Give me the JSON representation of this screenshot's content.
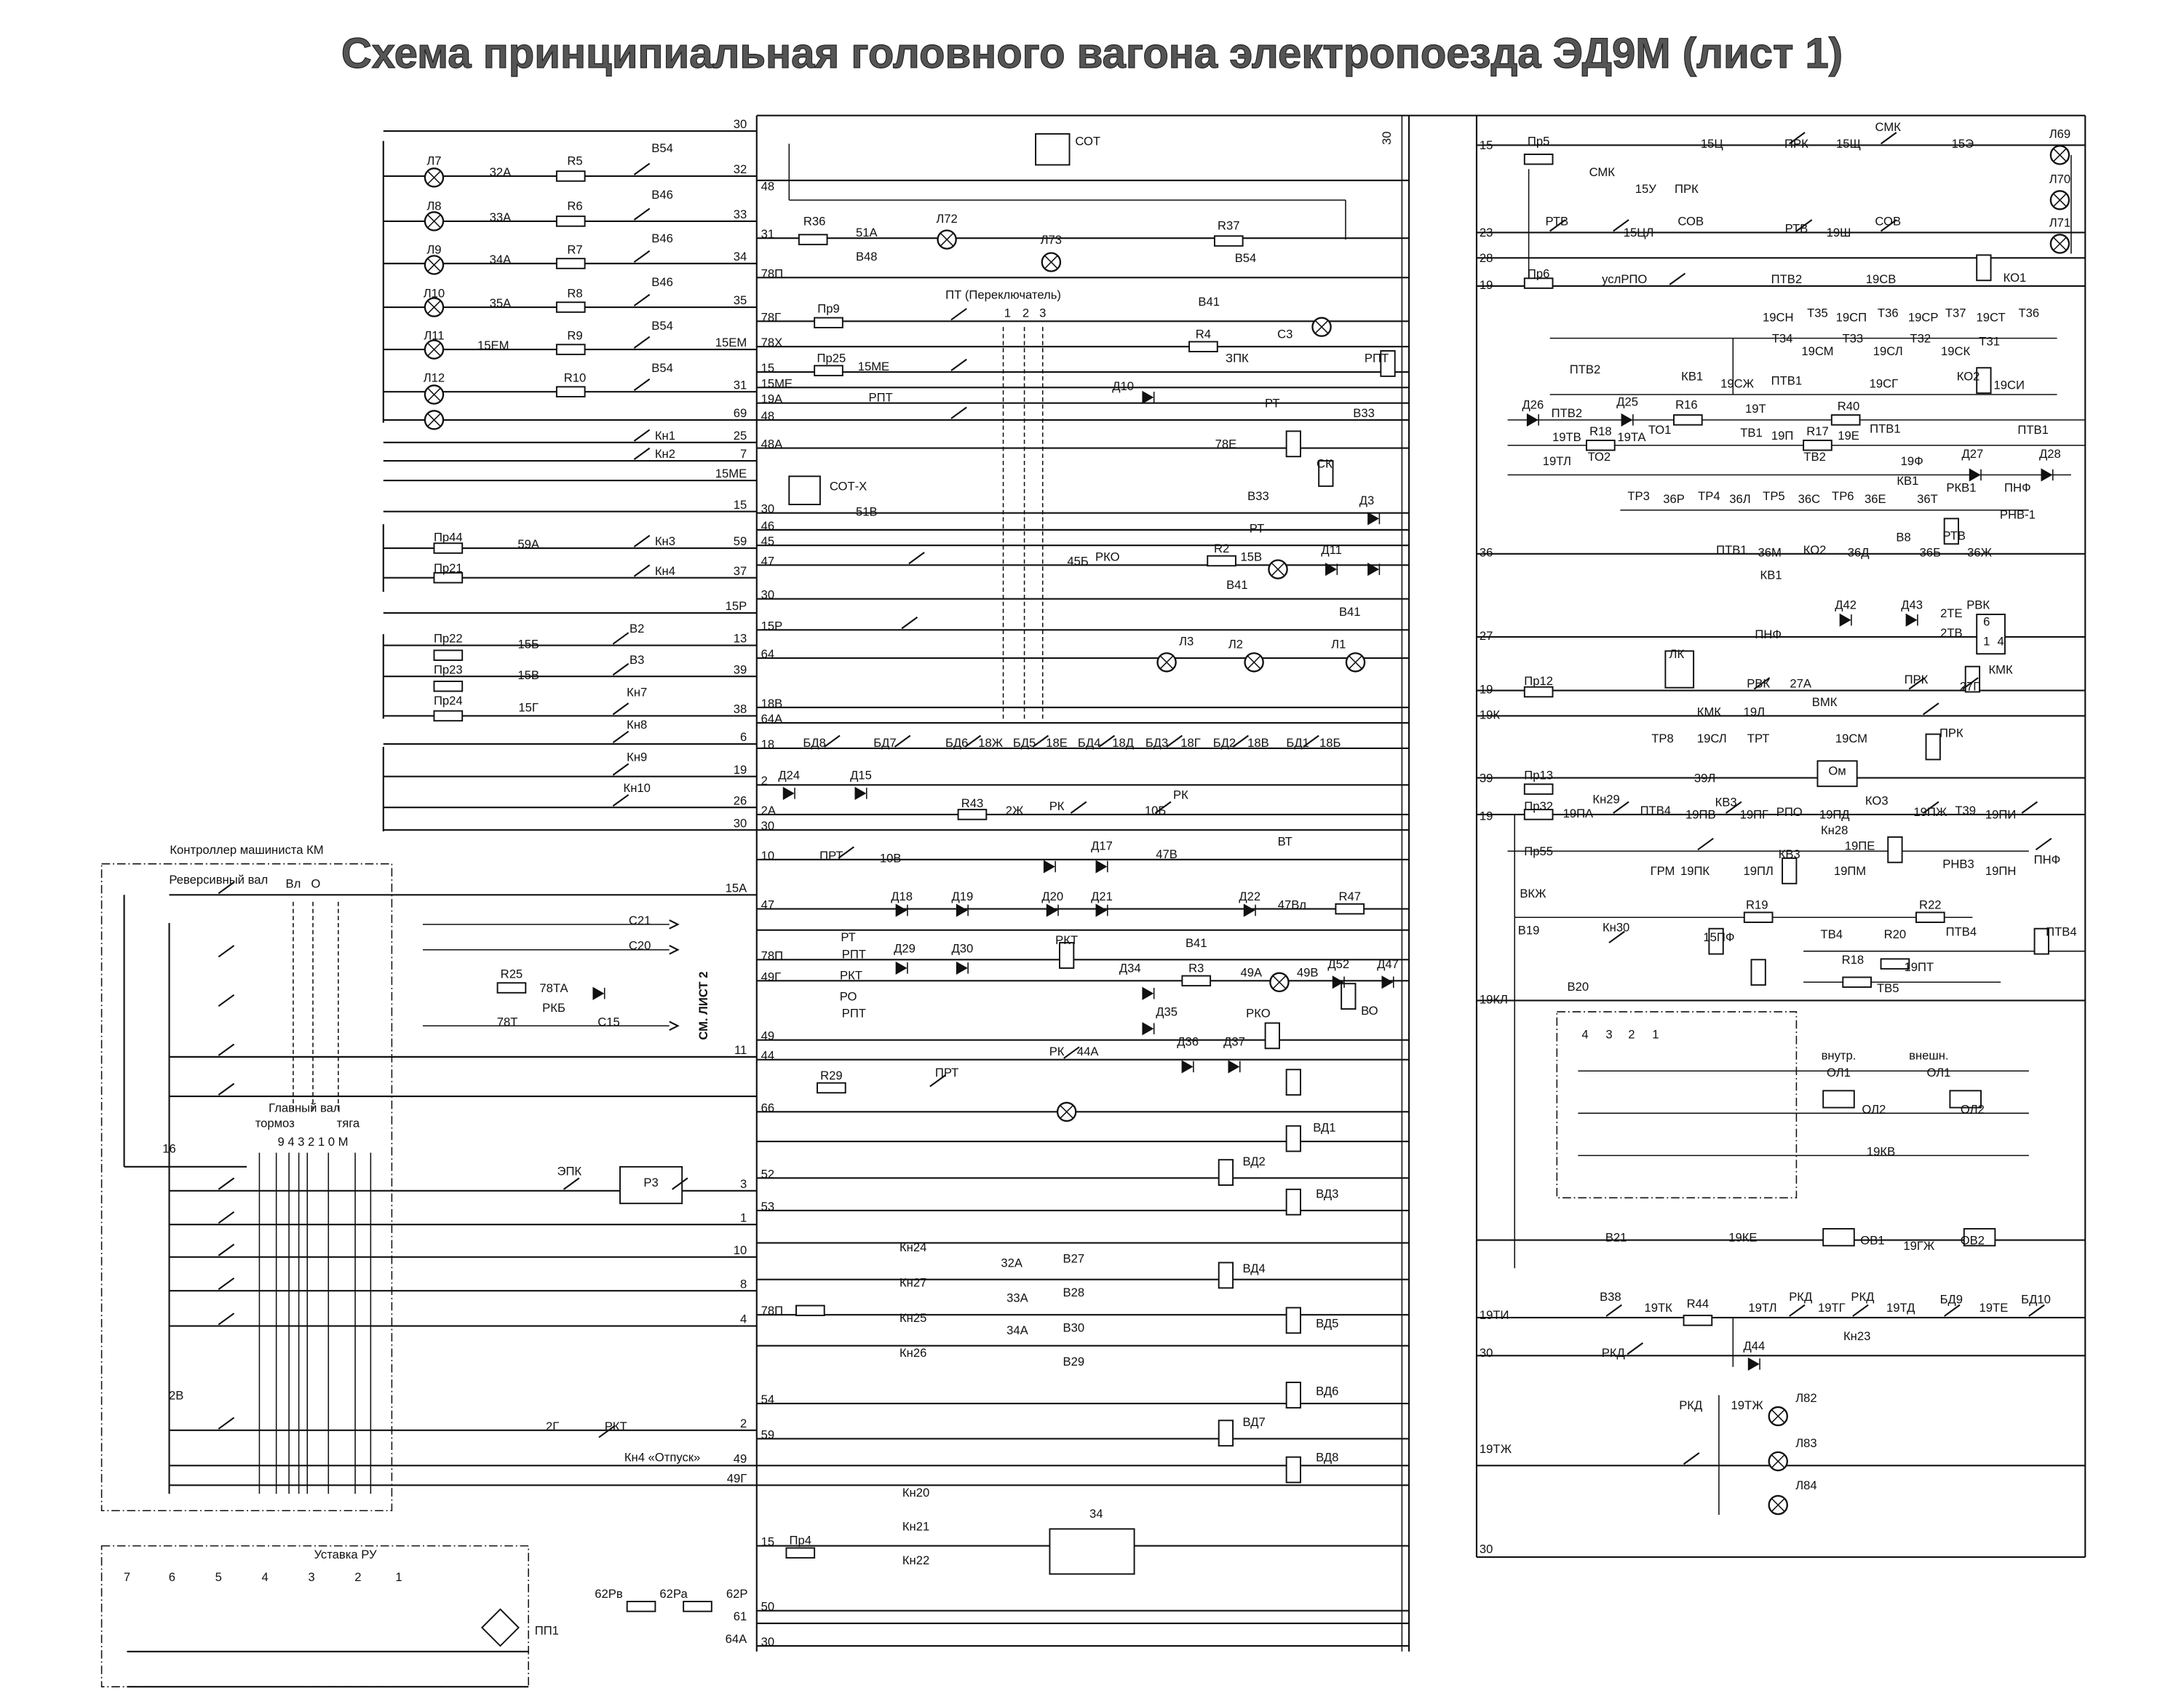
{
  "title": "Схема принципиальная головного вагона электропоезда ЭД9М (лист 1)",
  "left_bus": [
    "30",
    "32",
    "33",
    "34",
    "35",
    "15ЕМ",
    "31",
    "69",
    "25",
    "7",
    "15МЕ",
    "15",
    "59",
    "37",
    "15Р",
    "13",
    "39",
    "38",
    "6",
    "19",
    "26",
    "30"
  ],
  "inner_bus": [
    "48",
    "31",
    "78П",
    "78Г",
    "78Х",
    "15",
    "15МЕ",
    "19А",
    "48",
    "48А",
    "30",
    "46",
    "45",
    "47",
    "30",
    "15Р",
    "64",
    "18В",
    "64А",
    "18",
    "2",
    "2А",
    "30",
    "10",
    "47",
    "78П",
    "49Г",
    "49",
    "44",
    "66",
    "52",
    "53",
    "78П",
    "54",
    "59",
    "15",
    "50",
    "30"
  ],
  "ctrl_bus": [
    "15А",
    "11",
    "3",
    "1",
    "10",
    "8",
    "4",
    "2",
    "49",
    "49Г",
    "61",
    "64А"
  ],
  "right_bus": [
    "15",
    "23",
    "28",
    "19",
    "36",
    "27",
    "19",
    "19К",
    "39",
    "19",
    "19КЛ",
    "19ТИ",
    "30",
    "19ТЖ",
    "30"
  ],
  "components_left": [
    "Л7",
    "Л8",
    "Л9",
    "Л10",
    "Л11",
    "Л12",
    "32А",
    "33А",
    "34А",
    "35А",
    "15ЕМ",
    "R5",
    "R6",
    "R7",
    "R8",
    "R9",
    "R10",
    "В54",
    "В46",
    "В46",
    "В46",
    "В54",
    "В54",
    "Кн1",
    "Кн2",
    "Пр44",
    "59А",
    "Кн3",
    "Пр21",
    "Кн4",
    "Пр22",
    "15Б",
    "В2",
    "Пр23",
    "15В",
    "В3",
    "Пр24",
    "15Г",
    "Кн7",
    "Кн8",
    "Кн9",
    "Кн10"
  ],
  "components_center": [
    "СОТ",
    "R36",
    "51А",
    "В48",
    "Л72",
    "Л73",
    "R37",
    "В54",
    "Пр9",
    "ПТ (Переключатель)",
    "1",
    "2",
    "3",
    "В41",
    "R4",
    "С3",
    "ЗПК",
    "РПТ",
    "Пр25",
    "15МЕ",
    "РПТ",
    "Д10",
    "РТ",
    "В33",
    "78Е",
    "СК",
    "Д3",
    "СОТ-Х",
    "51В",
    "В33",
    "РТ",
    "45Б",
    "РКО",
    "R2",
    "15В",
    "В41",
    "Д11",
    "В41",
    "Л3",
    "Л2",
    "Л1",
    "БД8",
    "БД7",
    "БД6",
    "18Ж",
    "БД5",
    "18Е",
    "БД4",
    "18Д",
    "БД3",
    "18Г",
    "БД2",
    "18В",
    "БД1",
    "18Б",
    "Д24",
    "Д15",
    "R43",
    "2Ж",
    "РК",
    "10Б",
    "РК",
    "ПРТ",
    "10В",
    "Д17",
    "47В",
    "ВТ",
    "Д18",
    "Д19",
    "Д20",
    "Д21",
    "Д22",
    "47Вл",
    "R47",
    "РТ",
    "РПТ",
    "РКТ",
    "РО",
    "РПТ",
    "Д29",
    "Д30",
    "РКТ",
    "Д34",
    "В41",
    "R3",
    "49А",
    "49В",
    "Д52",
    "Д47",
    "ВО",
    "Д35",
    "РКО",
    "Д36",
    "Д37",
    "R29",
    "ПРТ",
    "РК",
    "44А",
    "ВД1",
    "ВД2",
    "ВД3",
    "ЭПК",
    "Р3",
    "Кн24",
    "32А",
    "В27",
    "Кн27",
    "33А",
    "В28",
    "ВД4",
    "Кн25",
    "34А",
    "В30",
    "ВД5",
    "Кн26",
    "В29",
    "ВД6",
    "ВД7",
    "ВД8",
    "2Г",
    "РКТ",
    "Кн4 «Отпуск»",
    "Пр4",
    "Кн20",
    "Кн21",
    "Кн22",
    "34",
    "62Рв",
    "62Ра",
    "62Р",
    "ПП1",
    "30"
  ],
  "controller": [
    "Контроллер машиниста КМ",
    "Реверсивный вал",
    "Вл",
    "О",
    "С21",
    "С20",
    "R25",
    "78ТА",
    "РКБ",
    "78Т",
    "С15",
    "Главный вал",
    "тормоз",
    "тяга",
    "9  4 3 2  1  0  М",
    "16",
    "2В",
    "Уставка РУ",
    "7",
    "6",
    "5",
    "4",
    "3",
    "2",
    "1"
  ],
  "sheet_ref": "СМ. ЛИСТ 2",
  "components_right": [
    "Пр5",
    "15Ц",
    "ПРК",
    "15Щ",
    "СМК",
    "15Э",
    "Л69",
    "СМК",
    "15У",
    "ПРК",
    "Л70",
    "РТВ",
    "15ЦЛ",
    "СОВ",
    "РТВ",
    "19Ш",
    "СОВ",
    "Л71",
    "Пр6",
    "услРПО",
    "ПТВ2",
    "19СВ",
    "КО1",
    "19СН",
    "Т35",
    "19СП",
    "Т36",
    "19СР",
    "Т37",
    "19СТ",
    "Т36",
    "Т34",
    "Т33",
    "Т32",
    "Т31",
    "19СМ",
    "19СЛ",
    "19СК",
    "ПТВ2",
    "КВ1",
    "19СЖ",
    "ПТВ1",
    "19СГ",
    "КО2",
    "19СИ",
    "Д26",
    "ПТВ2",
    "Д25",
    "R16",
    "19Т",
    "R40",
    "19ТВ",
    "R18",
    "19ТА",
    "ТО1",
    "ТВ1",
    "19П",
    "R17",
    "19Е",
    "ПТВ1",
    "ПТВ1",
    "19ТЛ",
    "ТО2",
    "ТВ2",
    "19Ф",
    "Д27",
    "Д28",
    "КВ1",
    "РКВ1",
    "ПНФ",
    "ТР3",
    "36Р",
    "ТР4",
    "36Л",
    "ТР5",
    "36С",
    "ТР6",
    "36Е",
    "36Т",
    "РНВ-1",
    "ПТВ1",
    "36М",
    "КО2",
    "36Д",
    "В8",
    "36Б",
    "РТВ",
    "36Ж",
    "КВ1",
    "Д42",
    "Д43",
    "2ТЕ",
    "РВК",
    "2ТВ",
    "6",
    "1",
    "4",
    "ПНФ",
    "ЛК",
    "Пр12",
    "РВК",
    "27А",
    "ПРК",
    "27Г",
    "КМК",
    "КМК",
    "19Л",
    "ВМК",
    "ТР8",
    "19СЛ",
    "ТРТ",
    "19СМ",
    "ПРК",
    "39Л",
    "Пр13",
    "Ом",
    "Пр32",
    "19ПА",
    "Кн29",
    "ПТВ4",
    "19ПВ",
    "КВ3",
    "19ПГ",
    "РПО",
    "19ПД",
    "КО3",
    "19ПЖ",
    "Т39",
    "19ПИ",
    "Кн28",
    "19ПЕ",
    "Пр55",
    "ГРМ",
    "19ПК",
    "19ПЛ",
    "КВ3",
    "19ПМ",
    "РНВ3",
    "19ПН",
    "ПНФ",
    "ВКЖ",
    "R19",
    "R22",
    "В19",
    "Кн30",
    "15ПФ",
    "ТВ4",
    "R20",
    "ПТВ4",
    "ПТВ4",
    "R18",
    "19ПТ",
    "ТВ5",
    "В20",
    "4",
    "3",
    "2",
    "1",
    "внутр.",
    "ОЛ1",
    "внешн.",
    "ОЛ1",
    "ОЛ2",
    "ОЛ2",
    "19КВ",
    "В21",
    "19КЕ",
    "ОВ1",
    "19ГЖ",
    "ОВ2",
    "В38",
    "19ТК",
    "R44",
    "19ТЛ",
    "РКД",
    "19ТГ",
    "РКД",
    "19ТД",
    "БД9",
    "19ТЕ",
    "БД10",
    "Д44",
    "Кн23",
    "РКД",
    "РКД",
    "19ТЖ",
    "Л82",
    "Л83",
    "Л84"
  ]
}
